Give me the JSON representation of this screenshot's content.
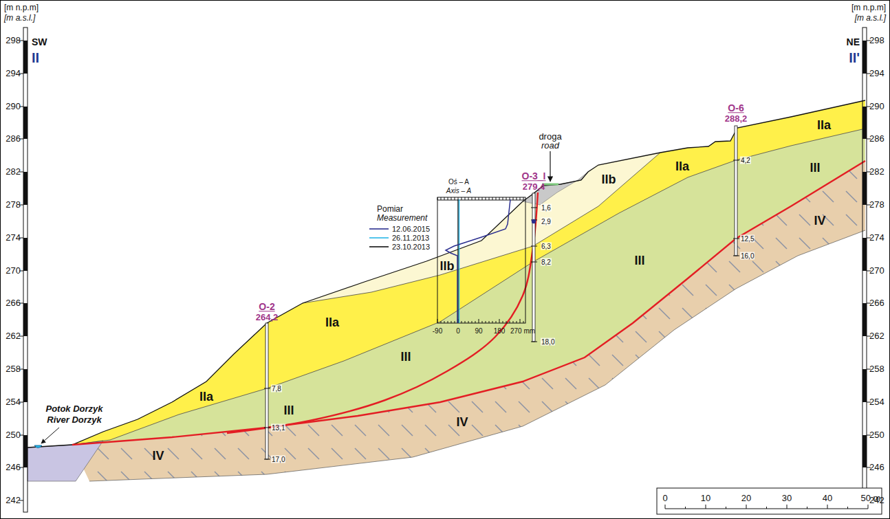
{
  "diagram": {
    "labels": [
      "[m n.p.m]",
      "[m a.s.l.]",
      "298",
      "294",
      "290",
      "286",
      "282",
      "278",
      "274",
      "270",
      "266",
      "262",
      "258",
      "254",
      "250",
      "246",
      "242",
      "SW",
      "II",
      "[m n.p.m]",
      "[m a.s.l.]",
      "298",
      "294",
      "290",
      "286",
      "282",
      "278",
      "274",
      "270",
      "266",
      "262",
      "258",
      "254",
      "250",
      "246",
      "242",
      "NE",
      "II'",
      "Potok Dorzyk",
      "River Dorzyk",
      "IIa",
      "IIa",
      "IIa",
      "IIa",
      "IIb",
      "IIb",
      "III",
      "III",
      "III",
      "III",
      "IV",
      "IV",
      "IV",
      "O-2",
      "264,2",
      "7,8",
      "13,1",
      "17,0",
      "O-3_I",
      "279,4",
      "1,6",
      "2,9",
      "6,3",
      "8,2",
      "18,0",
      "O-6",
      "288,2",
      "4,2",
      "12,5",
      "16,0",
      "droga",
      "road",
      "Pomiar",
      "Measurement",
      "Oś – A",
      "Axis – A",
      "-90",
      "0",
      "90",
      "180",
      "270 mm",
      "0",
      "10",
      "20",
      "30",
      "40",
      "50 m"
    ],
    "legend": [
      {
        "text": "12.06.2015"
      },
      {
        "text": "26.11.2013"
      },
      {
        "text": "23.10.2013"
      }
    ]
  }
}
